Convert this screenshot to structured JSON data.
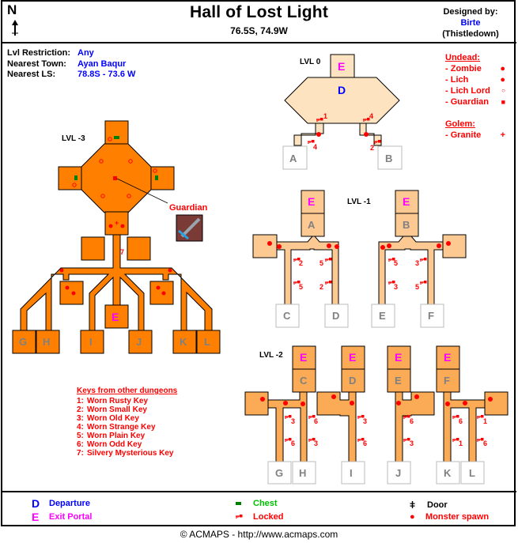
{
  "header": {
    "title": "Hall of Lost Light",
    "coordinates": "76.5S, 74.9W",
    "compass_label": "N",
    "designed_by_label": "Designed by:",
    "designer": "Birte",
    "server": "(Thistledown)"
  },
  "info": {
    "rows": [
      {
        "label": "Lvl Restriction:",
        "value": "Any"
      },
      {
        "label": "Nearest Town:",
        "value": "Ayan Baqur"
      },
      {
        "label": "Nearest LS:",
        "value": "78.8S - 73.6 W"
      }
    ]
  },
  "monster_legend": {
    "undead_heading": "Undead:",
    "undead": [
      {
        "name": "- Zombie",
        "symbol": "filled-dot"
      },
      {
        "name": "- Lich",
        "symbol": "filled-dot"
      },
      {
        "name": "- Lich Lord",
        "symbol": "hollow-circle"
      },
      {
        "name": "- Guardian",
        "symbol": "filled-square"
      }
    ],
    "golem_heading": "Golem:",
    "golem": [
      {
        "name": "- Granite",
        "symbol": "plus"
      }
    ]
  },
  "levels": {
    "lvl0": {
      "label": "LVL 0",
      "exit": "E",
      "departure": "D",
      "exits_to": [
        "A",
        "B"
      ],
      "keys": [
        "1",
        "4",
        "4",
        "2"
      ]
    },
    "lvl_1": {
      "label": "LVL -1",
      "wings": [
        {
          "from": "A",
          "to": [
            "C",
            "D"
          ],
          "keys": [
            "2",
            "5",
            "5",
            "2"
          ]
        },
        {
          "from": "B",
          "to": [
            "E",
            "F"
          ],
          "keys": [
            "5",
            "3",
            "3",
            "5"
          ]
        }
      ]
    },
    "lvl_2": {
      "label": "LVL -2",
      "wings": [
        {
          "from": "C",
          "to": [
            "G",
            "H"
          ],
          "keys": [
            "3",
            "6",
            "6",
            "3"
          ]
        },
        {
          "from": "D",
          "to": [
            "I"
          ],
          "keys": [
            "3",
            "6"
          ]
        },
        {
          "from": "E",
          "to": [
            "J"
          ],
          "keys": [
            "6",
            "3"
          ]
        },
        {
          "from": "F",
          "to": [
            "K",
            "L"
          ],
          "keys": [
            "6",
            "1",
            "1",
            "6"
          ]
        }
      ]
    },
    "lvl_3": {
      "label": "LVL -3",
      "exit": "E",
      "entries": [
        "G",
        "H",
        "I",
        "J",
        "K",
        "L"
      ],
      "key": "7",
      "guardian_label": "Guardian"
    }
  },
  "keys_legend": {
    "heading": "Keys from other dungeons",
    "items": [
      {
        "n": "1:",
        "name": "Worn Rusty Key"
      },
      {
        "n": "2:",
        "name": "Worn Small Key"
      },
      {
        "n": "3:",
        "name": "Worn Old Key"
      },
      {
        "n": "4:",
        "name": "Worn Strange Key"
      },
      {
        "n": "5:",
        "name": "Worn Plain Key"
      },
      {
        "n": "6:",
        "name": "Worn Odd Key"
      },
      {
        "n": "7:",
        "name": "Silvery Mysterious Key"
      }
    ]
  },
  "legend": {
    "departure_sym": "D",
    "departure": "Departure",
    "exit_sym": "E",
    "exit": "Exit Portal",
    "chest": "Chest",
    "locked": "Locked",
    "door": "Door",
    "spawn": "Monster spawn"
  },
  "colors": {
    "lvl0_fill": "#fde3c0",
    "lvl1_fill": "#fdc993",
    "lvl2_fill": "#fbaa55",
    "lvl3_fill": "#ff8000",
    "spawn": "#ff0000",
    "chest": "#008000",
    "departure": "#0000ff",
    "exit": "#ff00ff"
  },
  "footer": "© ACMAPS - http://www.acmaps.com"
}
